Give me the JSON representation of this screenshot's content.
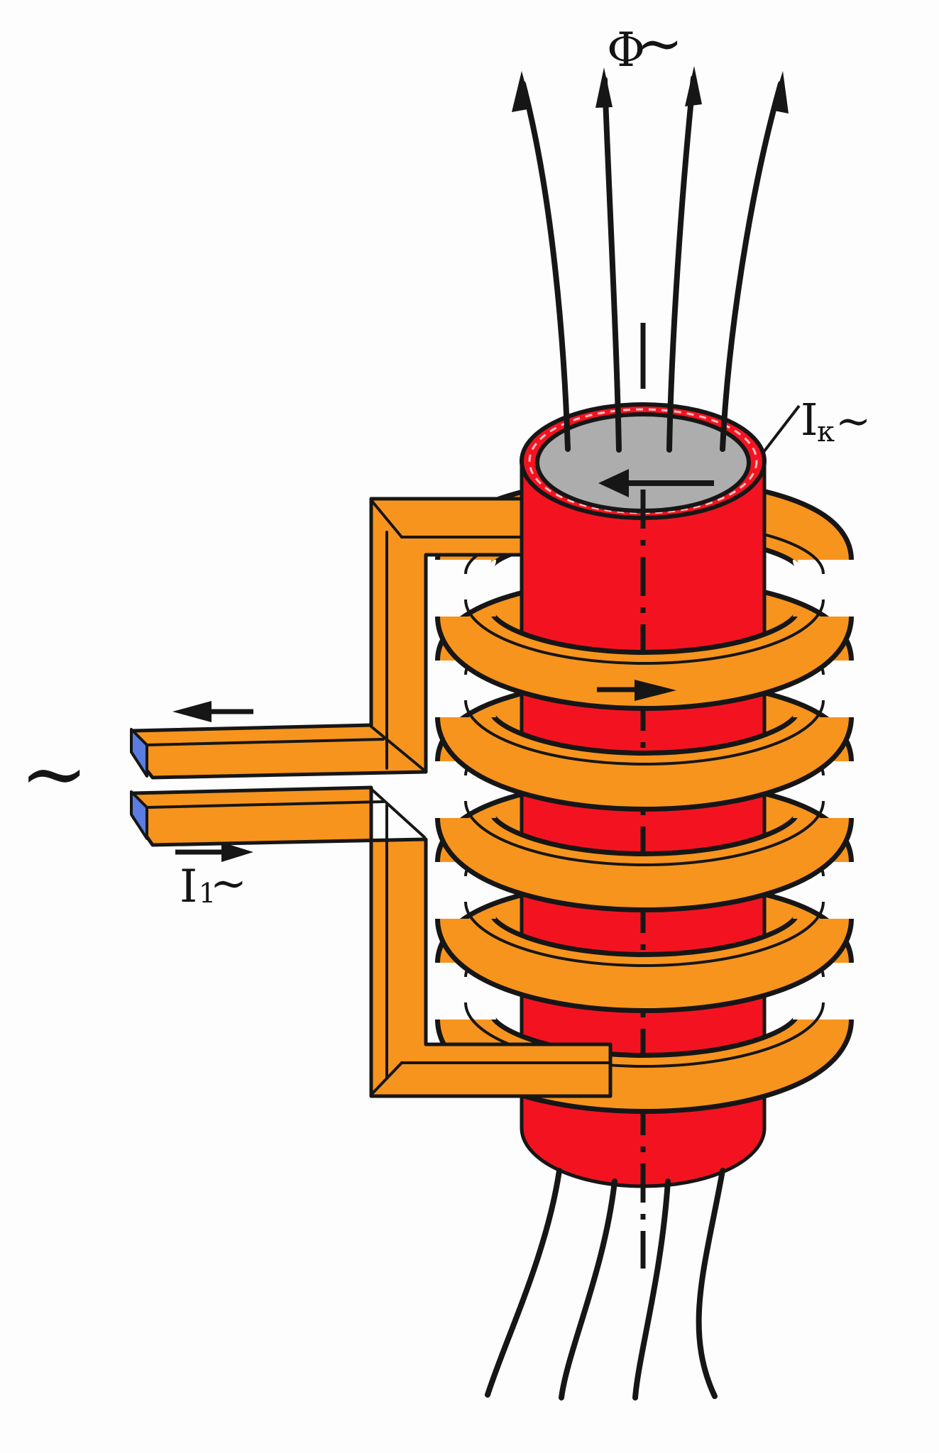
{
  "diagram": {
    "description_labels": {
      "flux": {
        "symbol": "Φ",
        "tilde": "∼"
      },
      "induced_current": {
        "symbol": "I",
        "subscript": "к",
        "tilde": "∼"
      },
      "primary_current": {
        "symbol": "I",
        "subscript": "1",
        "tilde": "∼"
      },
      "ac_source": {
        "tilde": "∼"
      }
    },
    "coil": {
      "turns": 5
    },
    "field_lines": {
      "top_count": 4,
      "bottom_count": 4
    },
    "colors": {
      "workpiece_red": "#f31320",
      "coil_orange": "#f7941e",
      "top_face_gray": "#adadad",
      "terminal_blue": "#5b7ce0",
      "line_black": "#161616",
      "background": "#ffffff"
    }
  }
}
